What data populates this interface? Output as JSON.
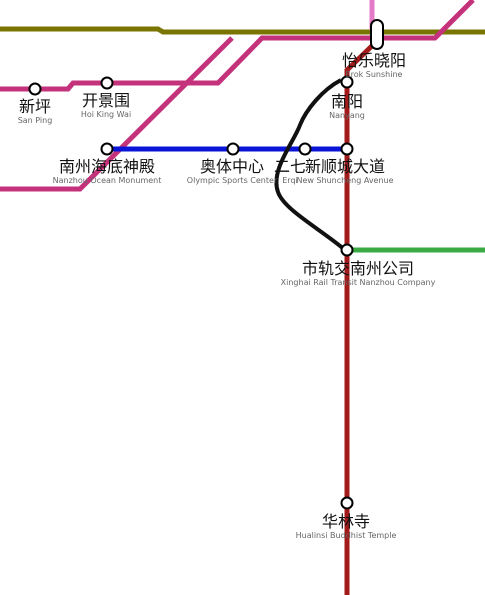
{
  "lines": [
    {
      "name": "olive-line",
      "color": "#7a7400"
    },
    {
      "name": "magenta-line",
      "color": "#c4327c"
    },
    {
      "name": "pink-line",
      "color": "#e57bc8"
    },
    {
      "name": "blue-line",
      "color": "#0a14d8"
    },
    {
      "name": "red-line",
      "color": "#a31a1a"
    },
    {
      "name": "green-line",
      "color": "#3aaa45"
    },
    {
      "name": "transfer-link",
      "color": "#111111"
    }
  ],
  "stations": {
    "yile_xiaoyang": {
      "zh": "怡乐晓阳",
      "en": "Erok Sunshine"
    },
    "nanyang": {
      "zh": "南阳",
      "en": "Nanyang"
    },
    "xinping": {
      "zh": "新坪",
      "en": "San Ping"
    },
    "kaijingwei": {
      "zh": "开景围",
      "en": "Hoi King Wai"
    },
    "nanzhou_ocean": {
      "zh": "南州海底神殿",
      "en": "Nanzhou Ocean Monument"
    },
    "olympic": {
      "zh": "奥体中心",
      "en": "Olympic Sports Center"
    },
    "erqi": {
      "zh": "二七",
      "en": "Erqi"
    },
    "shuncheng": {
      "zh": "新顺城大道",
      "en": "New Shuncheng Avenue"
    },
    "rail_transit": {
      "zh": "市轨交南州公司",
      "en": "Xinghai Rail Transit Nanzhou Company"
    },
    "hualinsi": {
      "zh": "华林寺",
      "en": "Hualinsi Buddhist Temple"
    }
  }
}
